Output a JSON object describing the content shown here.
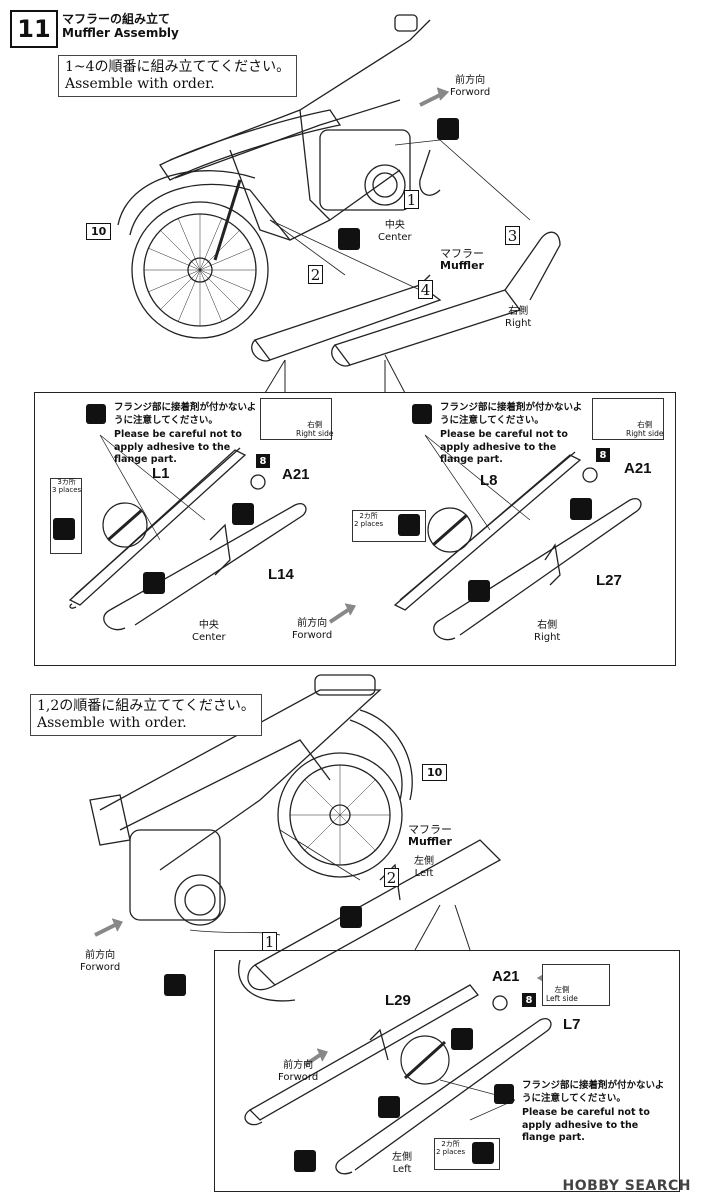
{
  "step": {
    "number": "11",
    "title_jp": "マフラーの組み立て",
    "title_en": "Muffler Assembly"
  },
  "section1": {
    "order_jp": "1~4の順番に組み立ててください。",
    "order_en": "Assemble with order.",
    "forward_jp": "前方向",
    "forward_en": "Forword",
    "ref": "10",
    "center_jp": "中央",
    "center_en": "Center",
    "muffler_jp": "マフラー",
    "muffler_en": "Muffler",
    "right_jp": "右側",
    "right_en": "Right",
    "steps": [
      "1",
      "2",
      "3",
      "4"
    ]
  },
  "panel1": {
    "note_jp": "フランジ部に接着剤が付かないように注意してください。",
    "note_en": "Please be careful not to apply adhesive to the flange part.",
    "side_jp": "右側",
    "side_en": "Right side",
    "badge": "8",
    "part_a": "A21",
    "part_top": "L1",
    "part_bottom": "L14",
    "places_jp": "3カ所",
    "places_en": "3 places",
    "label_jp": "中央",
    "label_en": "Center",
    "forward_jp": "前方向",
    "forward_en": "Forword"
  },
  "panel2": {
    "note_jp": "フランジ部に接着剤が付かないように注意してください。",
    "note_en": "Please be careful not to apply adhesive to the flange part.",
    "side_jp": "右側",
    "side_en": "Right side",
    "badge": "8",
    "part_a": "A21",
    "part_top": "L8",
    "part_bottom": "L27",
    "places_jp": "2カ所",
    "places_en": "2 places",
    "label_jp": "右側",
    "label_en": "Right"
  },
  "section2": {
    "order_jp": "1,2の順番に組み立ててください。",
    "order_en": "Assemble with order.",
    "ref": "10",
    "muffler_jp": "マフラー",
    "muffler_en": "Muffler",
    "left_jp": "左側",
    "left_en": "Left",
    "forward_jp": "前方向",
    "forward_en": "Forword",
    "steps": [
      "1",
      "2"
    ]
  },
  "panel3": {
    "part_a": "A21",
    "badge": "8",
    "side_jp": "左側",
    "side_en": "Left side",
    "part_top": "L29",
    "part_right": "L7",
    "forward_jp": "前方向",
    "forward_en": "Forword",
    "note_jp": "フランジ部に接着剤が付かないように注意してください。",
    "note_en": "Please be careful not to apply adhesive to the flange part.",
    "places_jp": "2カ所",
    "places_en": "2 places",
    "label_jp": "左側",
    "label_en": "Left"
  },
  "watermark": "HOBBY SEARCH"
}
